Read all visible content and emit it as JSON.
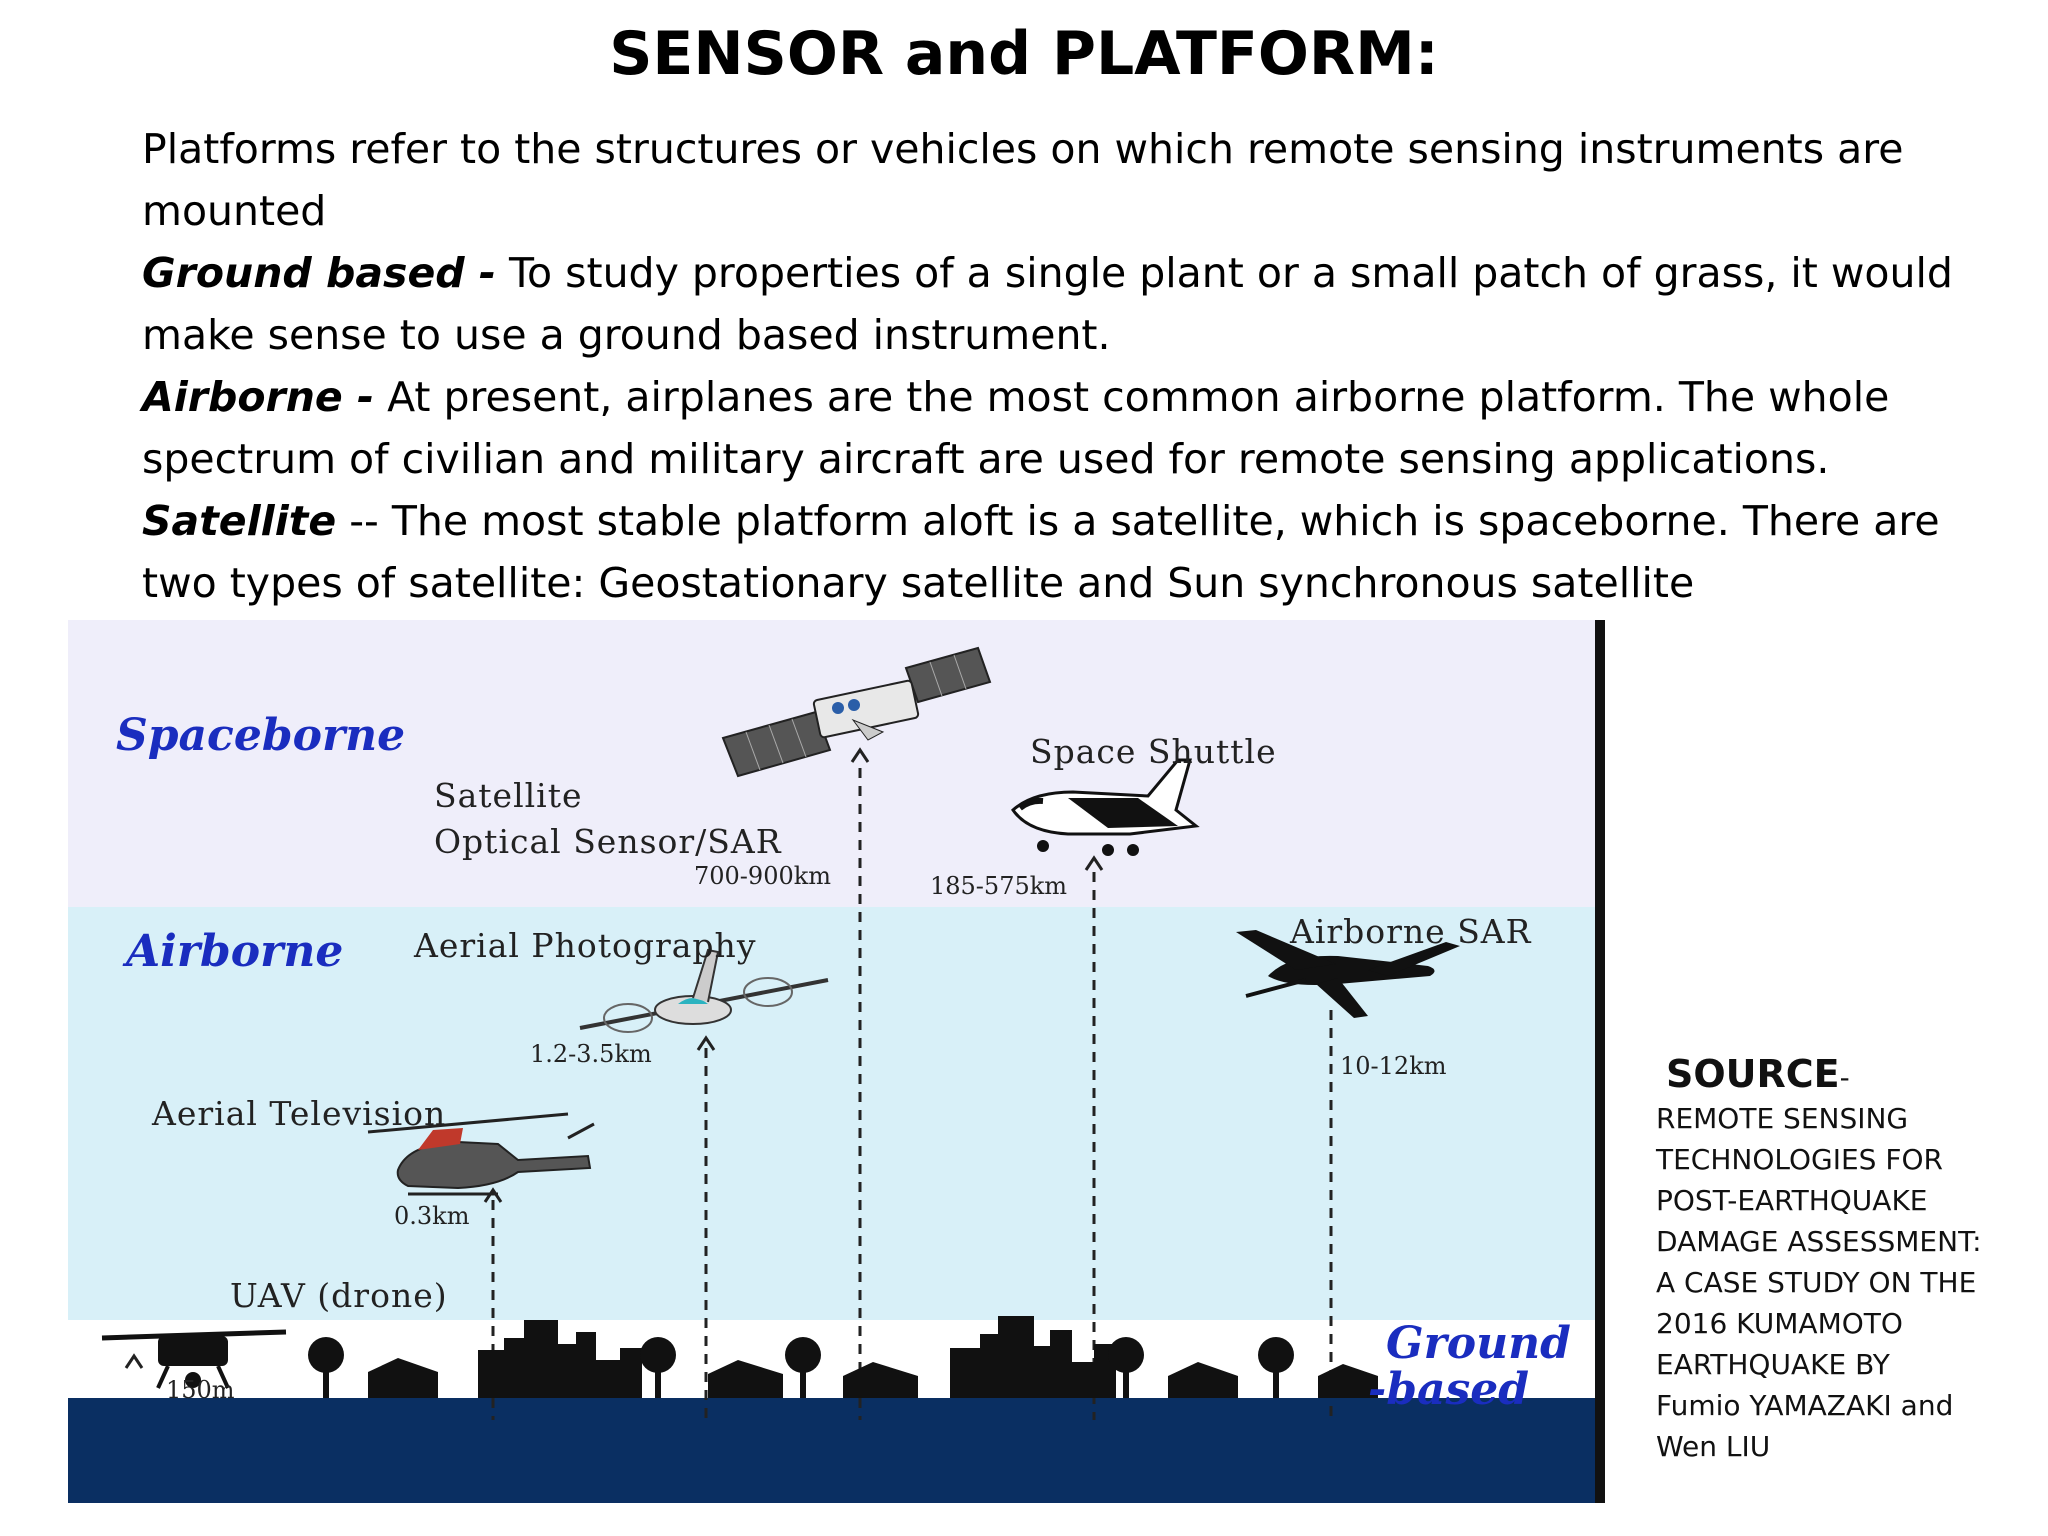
{
  "title": "SENSOR and PLATFORM:",
  "paragraphs": {
    "intro_1": "Platforms refer to the structures or vehicles on which remote sensing instruments are",
    "intro_2": "mounted",
    "ground_term": "Ground based -",
    "ground_1": " To study properties of a single plant or a small patch of grass, it would",
    "ground_2": "make sense to use a ground based instrument.",
    "airborne_term": "Airborne -",
    "airborne_1": " At present, airplanes are the most common airborne platform. The whole",
    "airborne_2": "spectrum of civilian and military aircraft are used for remote sensing applications.",
    "satellite_term": "Satellite",
    "satellite_1": " -- The most stable platform aloft is a satellite, which is spaceborne. There are",
    "satellite_2": "two types of satellite: Geostationary satellite and Sun synchronous satellite"
  },
  "diagram": {
    "zones": {
      "spaceborne": "Spaceborne",
      "airborne": "Airborne",
      "ground_1": "Ground",
      "ground_2": "-based"
    },
    "platforms": {
      "satellite_1": "Satellite",
      "satellite_2": "Optical Sensor/SAR",
      "space_shuttle": "Space Shuttle",
      "aerial_photography": "Aerial Photography",
      "airborne_sar": "Airborne SAR",
      "aerial_television": "Aerial Television",
      "uav": "UAV (drone)"
    },
    "altitudes": {
      "satellite": "700-900km",
      "shuttle": "185-575km",
      "aerial_photography": "1.2-3.5km",
      "airborne_sar": "10-12km",
      "aerial_television": "0.3km",
      "uav": "150m"
    },
    "colors": {
      "space_band": "#efeefa",
      "air_band": "#d8f0f8",
      "ground_band": "#ffffff",
      "base_band": "#0a2f62",
      "zone_label": "#1a2dbf"
    }
  },
  "source": {
    "heading": "SOURCE",
    "dash": "-",
    "lines": [
      "REMOTE SENSING",
      "TECHNOLOGIES FOR",
      "POST-EARTHQUAKE",
      "DAMAGE ASSESSMENT:",
      "A CASE STUDY ON THE",
      "2016 KUMAMOTO",
      "EARTHQUAKE  BY",
      "Fumio YAMAZAKI and",
      "Wen LIU"
    ]
  }
}
